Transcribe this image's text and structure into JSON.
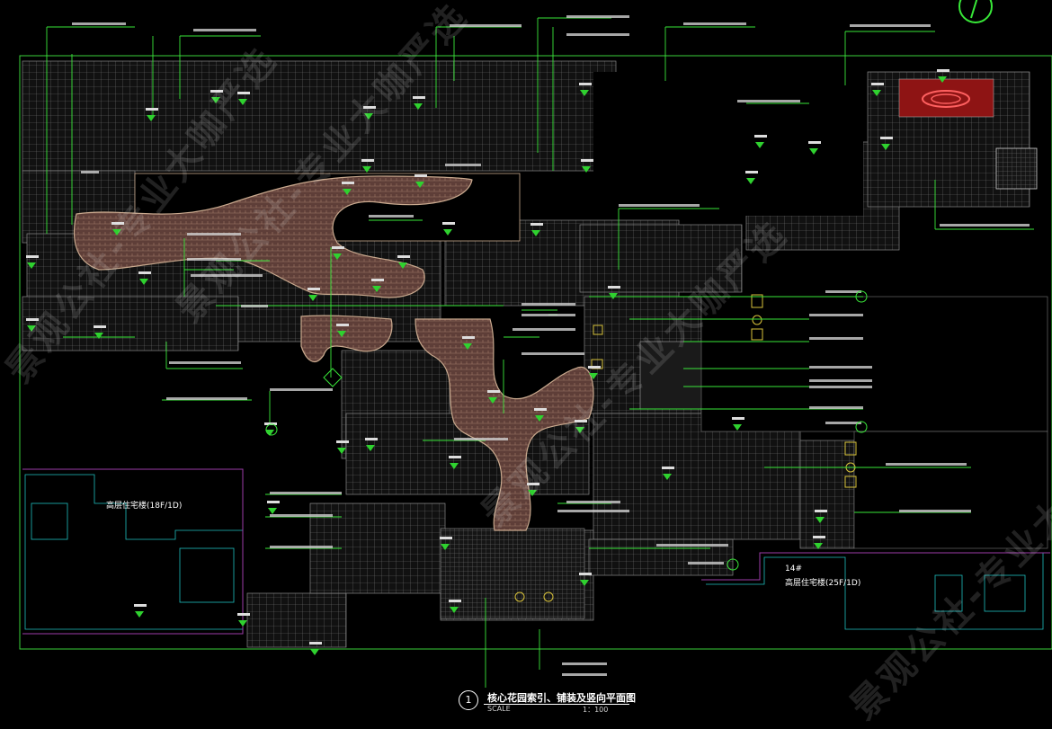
{
  "drawing": {
    "title": "核心花园索引、铺装及竖向平面图",
    "number": "1",
    "scale_label": "SCALE",
    "scale_value": "1：100"
  },
  "buildings": {
    "left": {
      "label": "高层住宅楼(18F/1D)"
    },
    "right": {
      "label": "高层住宅楼(25F/1D)",
      "tag": "14#"
    }
  },
  "watermarks": [
    {
      "text": "景观公社-专业大咖严选"
    },
    {
      "text": "景观公社-专业大咖严选"
    },
    {
      "text": "景观公社-专业大咖严选"
    },
    {
      "text": "景观公社-专业大咖严选"
    }
  ],
  "colors": {
    "background": "#000000",
    "grid": "#6e6e6e",
    "annotation": "#39e639",
    "path_fill": "#6b4740",
    "path_edge": "#c9a98e",
    "boundary": "#3ad13a",
    "building": "#1fbfbf",
    "building_outline": "#9b3ca8",
    "elevation_marker": "#2fd12f"
  }
}
